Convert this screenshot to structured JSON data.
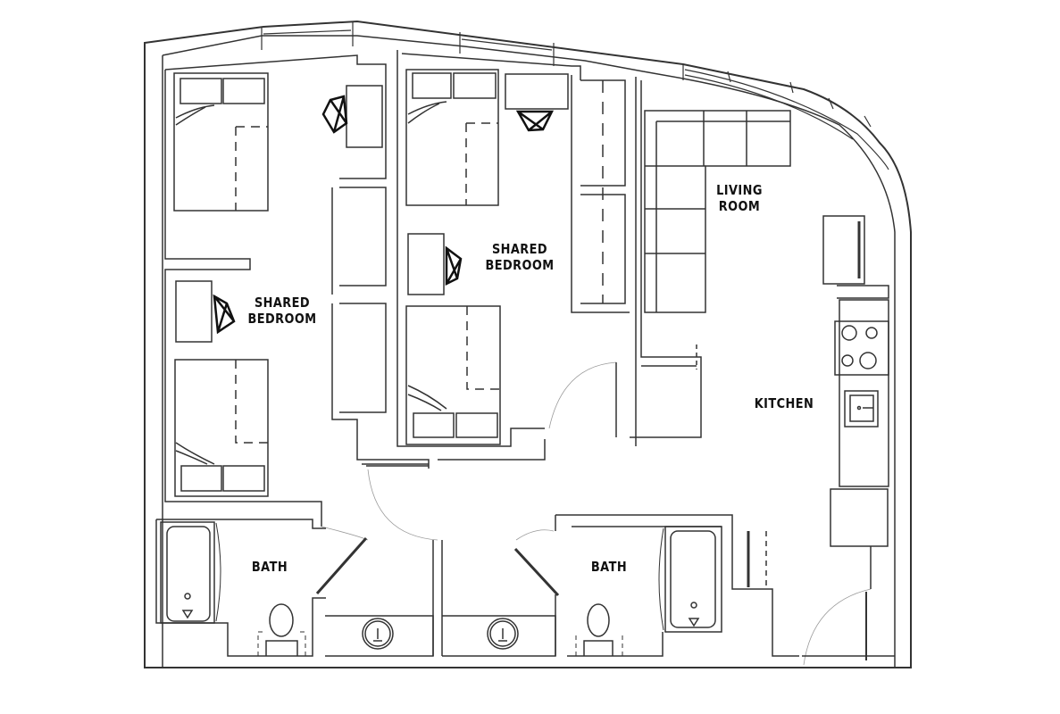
{
  "floorplan": {
    "line_color": "#333333",
    "background": "#ffffff",
    "rooms": [
      {
        "id": "shared-bedroom-left",
        "lines": [
          "SHARED",
          "BEDROOM"
        ]
      },
      {
        "id": "shared-bedroom-center",
        "lines": [
          "SHARED",
          "BEDROOM"
        ]
      },
      {
        "id": "living-room",
        "lines": [
          "LIVING",
          "ROOM"
        ]
      },
      {
        "id": "kitchen",
        "lines": [
          "KITCHEN"
        ]
      },
      {
        "id": "bath-left",
        "lines": [
          "BATH"
        ]
      },
      {
        "id": "bath-right",
        "lines": [
          "BATH"
        ]
      }
    ]
  }
}
